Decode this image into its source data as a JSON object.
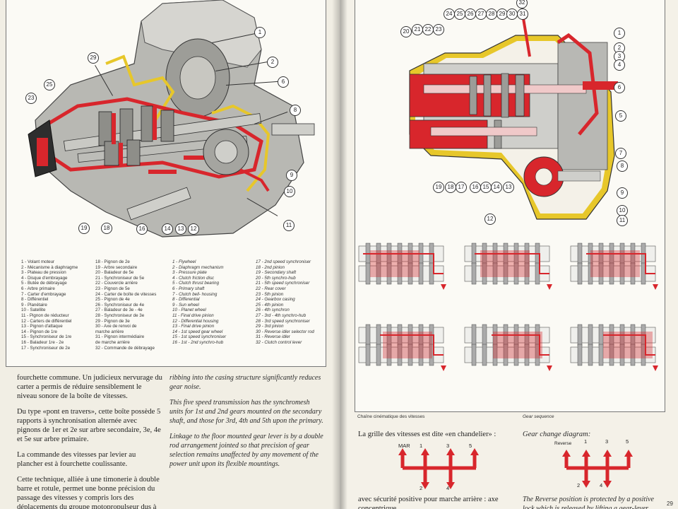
{
  "left_page": {
    "diagram_callouts": [
      "1",
      "2",
      "6",
      "8",
      "9",
      "10",
      "11",
      "12",
      "13",
      "14",
      "16",
      "18",
      "19",
      "23",
      "25",
      "29"
    ],
    "legend_fr_col1": [
      "1 - Volant moteur",
      "2 - Mécanisme à diaphragme",
      "3 - Plateau de pression",
      "4 - Disque d'embrayage",
      "5 - Butée de débrayage",
      "6 - Arbre primaire",
      "7 - Carter d'embrayage",
      "8 - Différentiel",
      "9 - Planétaire",
      "10 - Satellite",
      "11 - Pignon de réducteur",
      "12 - Carters de différentiel",
      "13 - Pignon d'attaque",
      "14 - Pignon de 1re",
      "15 - Synchroniseur de 1re",
      "16 - Baladeur 1re - 2e",
      "17 - Synchroniseur de 2e"
    ],
    "legend_fr_col2": [
      "18 - Pignon de 2e",
      "19 - Arbre secondaire",
      "20 - Baladeur de 5e",
      "21 - Synchroniseur de 5e",
      "22 - Couvercle arrière",
      "23 - Pignon de 5e",
      "24 - Carter de boîte de vitesses",
      "25 - Pignon de 4e",
      "26 - Synchroniseur de 4e",
      "27 - Baladeur de 3e - 4e",
      "28 - Synchroniseur de 3e",
      "29 - Pignon de 3e",
      "30 - Axe de renvoi de",
      "marche arrière",
      "31 - Pignon intermédiaire",
      "de marche arrière",
      "32 - Commande de débrayage"
    ],
    "legend_en_col1": [
      "1 - Flywheel",
      "2 - Diaphragm mechanism",
      "3 - Pressure plate",
      "4 - Clutch friction disc",
      "5 - Clutch thrust bearing",
      "6 - Primary shaft",
      "7 - Clutch bell- housing",
      "8 - Differential",
      "9 - Sun wheel",
      "10 - Planet wheel",
      "11 - Final drive pinion",
      "12 - Differential housing",
      "13 - Final drive pinion",
      "14 - 1st speed gear wheel",
      "15 - 1st speed synchroniser",
      "16 - 1st - 2nd synchro-hub"
    ],
    "legend_en_col2": [
      "17 - 2nd speed synchroniser",
      "18 - 2nd pinion",
      "19 - Secondary shaft",
      "20 - 5th synchro-hub",
      "21 - 5th speed synchroniser",
      "22 - Rear cover",
      "23 - 5th pinion",
      "24 - Gearbox casing",
      "25 - 4th pinion",
      "26 - 4th synchron",
      "27 - 3rd - 4th synchro-hub",
      "28 - 3rd speed synchroniser",
      "29 - 3rd pinion",
      "30 - Reverse idler selector rod",
      "31 - Reverse idler",
      "32 - Clutch control lever"
    ],
    "fr_paragraphs": [
      "fourchette commune. Un judicieux nervurage du carter a permis de réduire sensiblement le niveau sonore de la boîte de vitesses.",
      "Du type «pont en travers», cette boîte possède 5 rapports à synchronisation alternée avec pignons de 1er et 2e sur arbre secondaire, 3e, 4e et 5e sur arbre primaire.",
      "La commande des vitesses par levier au plancher est à fourchette coulissante.",
      "Cette technique, alliée à une timonerie à double barre et rotule, permet une bonne précision du passage des vitesses y compris lors des déplacements du groupe motopropulseur dus à son inertie et à ses fixations élastiques en cas"
    ],
    "en_paragraphs": [
      "ribbing into the casing structure significantly reduces gear noise.",
      "This five speed transmission has the synchromesh units for 1st and 2nd gears mounted on the secondary shaft, and those for 3rd, 4th and 5th upon the primary.",
      "Linkage to the floor mounted gear lever is by a double rod arrangement jointed so that precision of gear selection remains unaffected by any movement of the power unit upon its flexible mountings."
    ]
  },
  "right_page": {
    "diagram_callouts_top": [
      "32",
      "24",
      "25",
      "26",
      "27",
      "28",
      "29",
      "30",
      "31",
      "20",
      "21",
      "22",
      "23"
    ],
    "diagram_callouts_right": [
      "1",
      "2",
      "3",
      "4",
      "6",
      "5",
      "7",
      "8",
      "9",
      "10",
      "11"
    ],
    "diagram_callouts_bottom": [
      "19",
      "18",
      "17",
      "16",
      "15",
      "14",
      "13",
      "12"
    ],
    "caption_fr": "Chaîne cinématique des vitesses",
    "caption_en": "Gear sequence",
    "grille_fr": "La grille des vitesses est dite «en chandelier» :",
    "grille_en": "Gear change diagram:",
    "shift_fr_labels": {
      "reverse": "MAR",
      "g1": "1",
      "g2": "2",
      "g3": "3",
      "g4": "4",
      "g5": "5"
    },
    "shift_en_labels": {
      "reverse": "Reverse",
      "g1": "1",
      "g2": "2",
      "g3": "3",
      "g4": "4",
      "g5": "5"
    },
    "bottom_fr": "avec sécurité positive pour marche arrière : axe concentrique",
    "bottom_en": "The Reverse position is protected by a positive lock which is released by lifting a gear-lever",
    "page_number": "29"
  },
  "colors": {
    "accent_red": "#d8262c",
    "highlight_yellow": "#e7c72a",
    "ink": "#1e1e1e"
  }
}
